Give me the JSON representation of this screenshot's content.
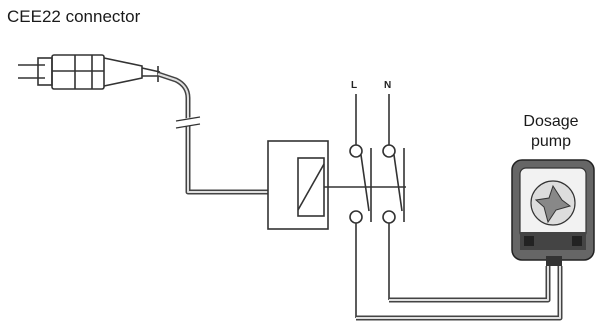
{
  "diagram": {
    "connector_label": "CEE22 connector",
    "terminal_l": "L",
    "terminal_n": "N",
    "pump_label_line1": "Dosage",
    "pump_label_line2": "pump"
  },
  "colors": {
    "wire_outer": "#444444",
    "wire_inner": "#e0e0e0",
    "pump_body": "#666666"
  },
  "icons": [
    "plug-icon",
    "relay-coil-icon",
    "dosage-pump-icon"
  ]
}
